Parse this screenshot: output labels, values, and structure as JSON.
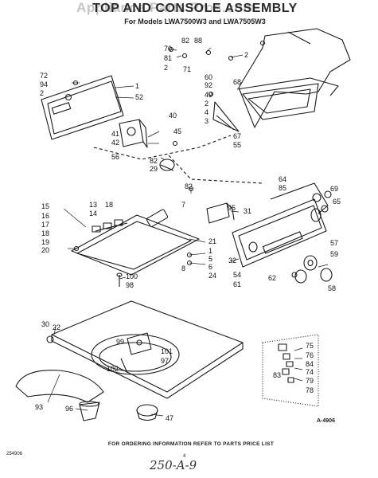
{
  "header": {
    "watermark": "Appliance Parts Pros.com",
    "title": "TOP AND CONSOLE ASSEMBLY",
    "subtitle": "For Models LWA7500W3 and LWA7505W3"
  },
  "footer": {
    "ordering_note": "FOR ORDERING INFORMATION REFER TO PARTS PRICE LIST",
    "code_left": "254906",
    "page_number": "4",
    "ref_code": "A-4906",
    "handwritten": "250-A-9"
  },
  "callouts": [
    {
      "id": "70",
      "label": "70"
    },
    {
      "id": "82a",
      "label": "82"
    },
    {
      "id": "88",
      "label": "88"
    },
    {
      "id": "81",
      "label": "81"
    },
    {
      "id": "2a",
      "label": "2"
    },
    {
      "id": "71",
      "label": "71"
    },
    {
      "id": "2b",
      "label": "2"
    },
    {
      "id": "72",
      "label": "72"
    },
    {
      "id": "94",
      "label": "94"
    },
    {
      "id": "2c",
      "label": "2"
    },
    {
      "id": "1",
      "label": "1"
    },
    {
      "id": "52",
      "label": "52"
    },
    {
      "id": "60",
      "label": "60"
    },
    {
      "id": "92",
      "label": "92"
    },
    {
      "id": "68",
      "label": "68"
    },
    {
      "id": "49",
      "label": "49"
    },
    {
      "id": "2d",
      "label": "2"
    },
    {
      "id": "4",
      "label": "4"
    },
    {
      "id": "3",
      "label": "3"
    },
    {
      "id": "40",
      "label": "40"
    },
    {
      "id": "41",
      "label": "41"
    },
    {
      "id": "42",
      "label": "42"
    },
    {
      "id": "45",
      "label": "45"
    },
    {
      "id": "67",
      "label": "67"
    },
    {
      "id": "55",
      "label": "55"
    },
    {
      "id": "56",
      "label": "56"
    },
    {
      "id": "82b",
      "label": "82"
    },
    {
      "id": "29",
      "label": "29"
    },
    {
      "id": "82c",
      "label": "82"
    },
    {
      "id": "64",
      "label": "64"
    },
    {
      "id": "85",
      "label": "85"
    },
    {
      "id": "69",
      "label": "69"
    },
    {
      "id": "65",
      "label": "65"
    },
    {
      "id": "13",
      "label": "13"
    },
    {
      "id": "18a",
      "label": "18"
    },
    {
      "id": "7",
      "label": "7"
    },
    {
      "id": "95",
      "label": "95"
    },
    {
      "id": "31",
      "label": "31"
    },
    {
      "id": "15",
      "label": "15"
    },
    {
      "id": "14",
      "label": "14"
    },
    {
      "id": "16",
      "label": "16"
    },
    {
      "id": "17",
      "label": "17"
    },
    {
      "id": "18b",
      "label": "18"
    },
    {
      "id": "19",
      "label": "19"
    },
    {
      "id": "20",
      "label": "20"
    },
    {
      "id": "21",
      "label": "21"
    },
    {
      "id": "1b",
      "label": "1"
    },
    {
      "id": "5",
      "label": "5"
    },
    {
      "id": "6",
      "label": "6"
    },
    {
      "id": "8",
      "label": "8"
    },
    {
      "id": "24",
      "label": "24"
    },
    {
      "id": "32",
      "label": "32"
    },
    {
      "id": "57",
      "label": "57"
    },
    {
      "id": "59",
      "label": "59"
    },
    {
      "id": "100",
      "label": "100"
    },
    {
      "id": "98",
      "label": "98"
    },
    {
      "id": "54",
      "label": "54"
    },
    {
      "id": "61",
      "label": "61"
    },
    {
      "id": "62",
      "label": "62"
    },
    {
      "id": "58",
      "label": "58"
    },
    {
      "id": "30",
      "label": "30"
    },
    {
      "id": "22",
      "label": "22"
    },
    {
      "id": "99",
      "label": "99"
    },
    {
      "id": "101",
      "label": "101"
    },
    {
      "id": "97",
      "label": "97"
    },
    {
      "id": "102",
      "label": "102"
    },
    {
      "id": "75",
      "label": "75"
    },
    {
      "id": "76",
      "label": "76"
    },
    {
      "id": "84",
      "label": "84"
    },
    {
      "id": "74",
      "label": "74"
    },
    {
      "id": "79",
      "label": "79"
    },
    {
      "id": "83",
      "label": "83"
    },
    {
      "id": "78",
      "label": "78"
    },
    {
      "id": "93",
      "label": "93"
    },
    {
      "id": "96",
      "label": "96"
    },
    {
      "id": "47",
      "label": "47"
    }
  ]
}
